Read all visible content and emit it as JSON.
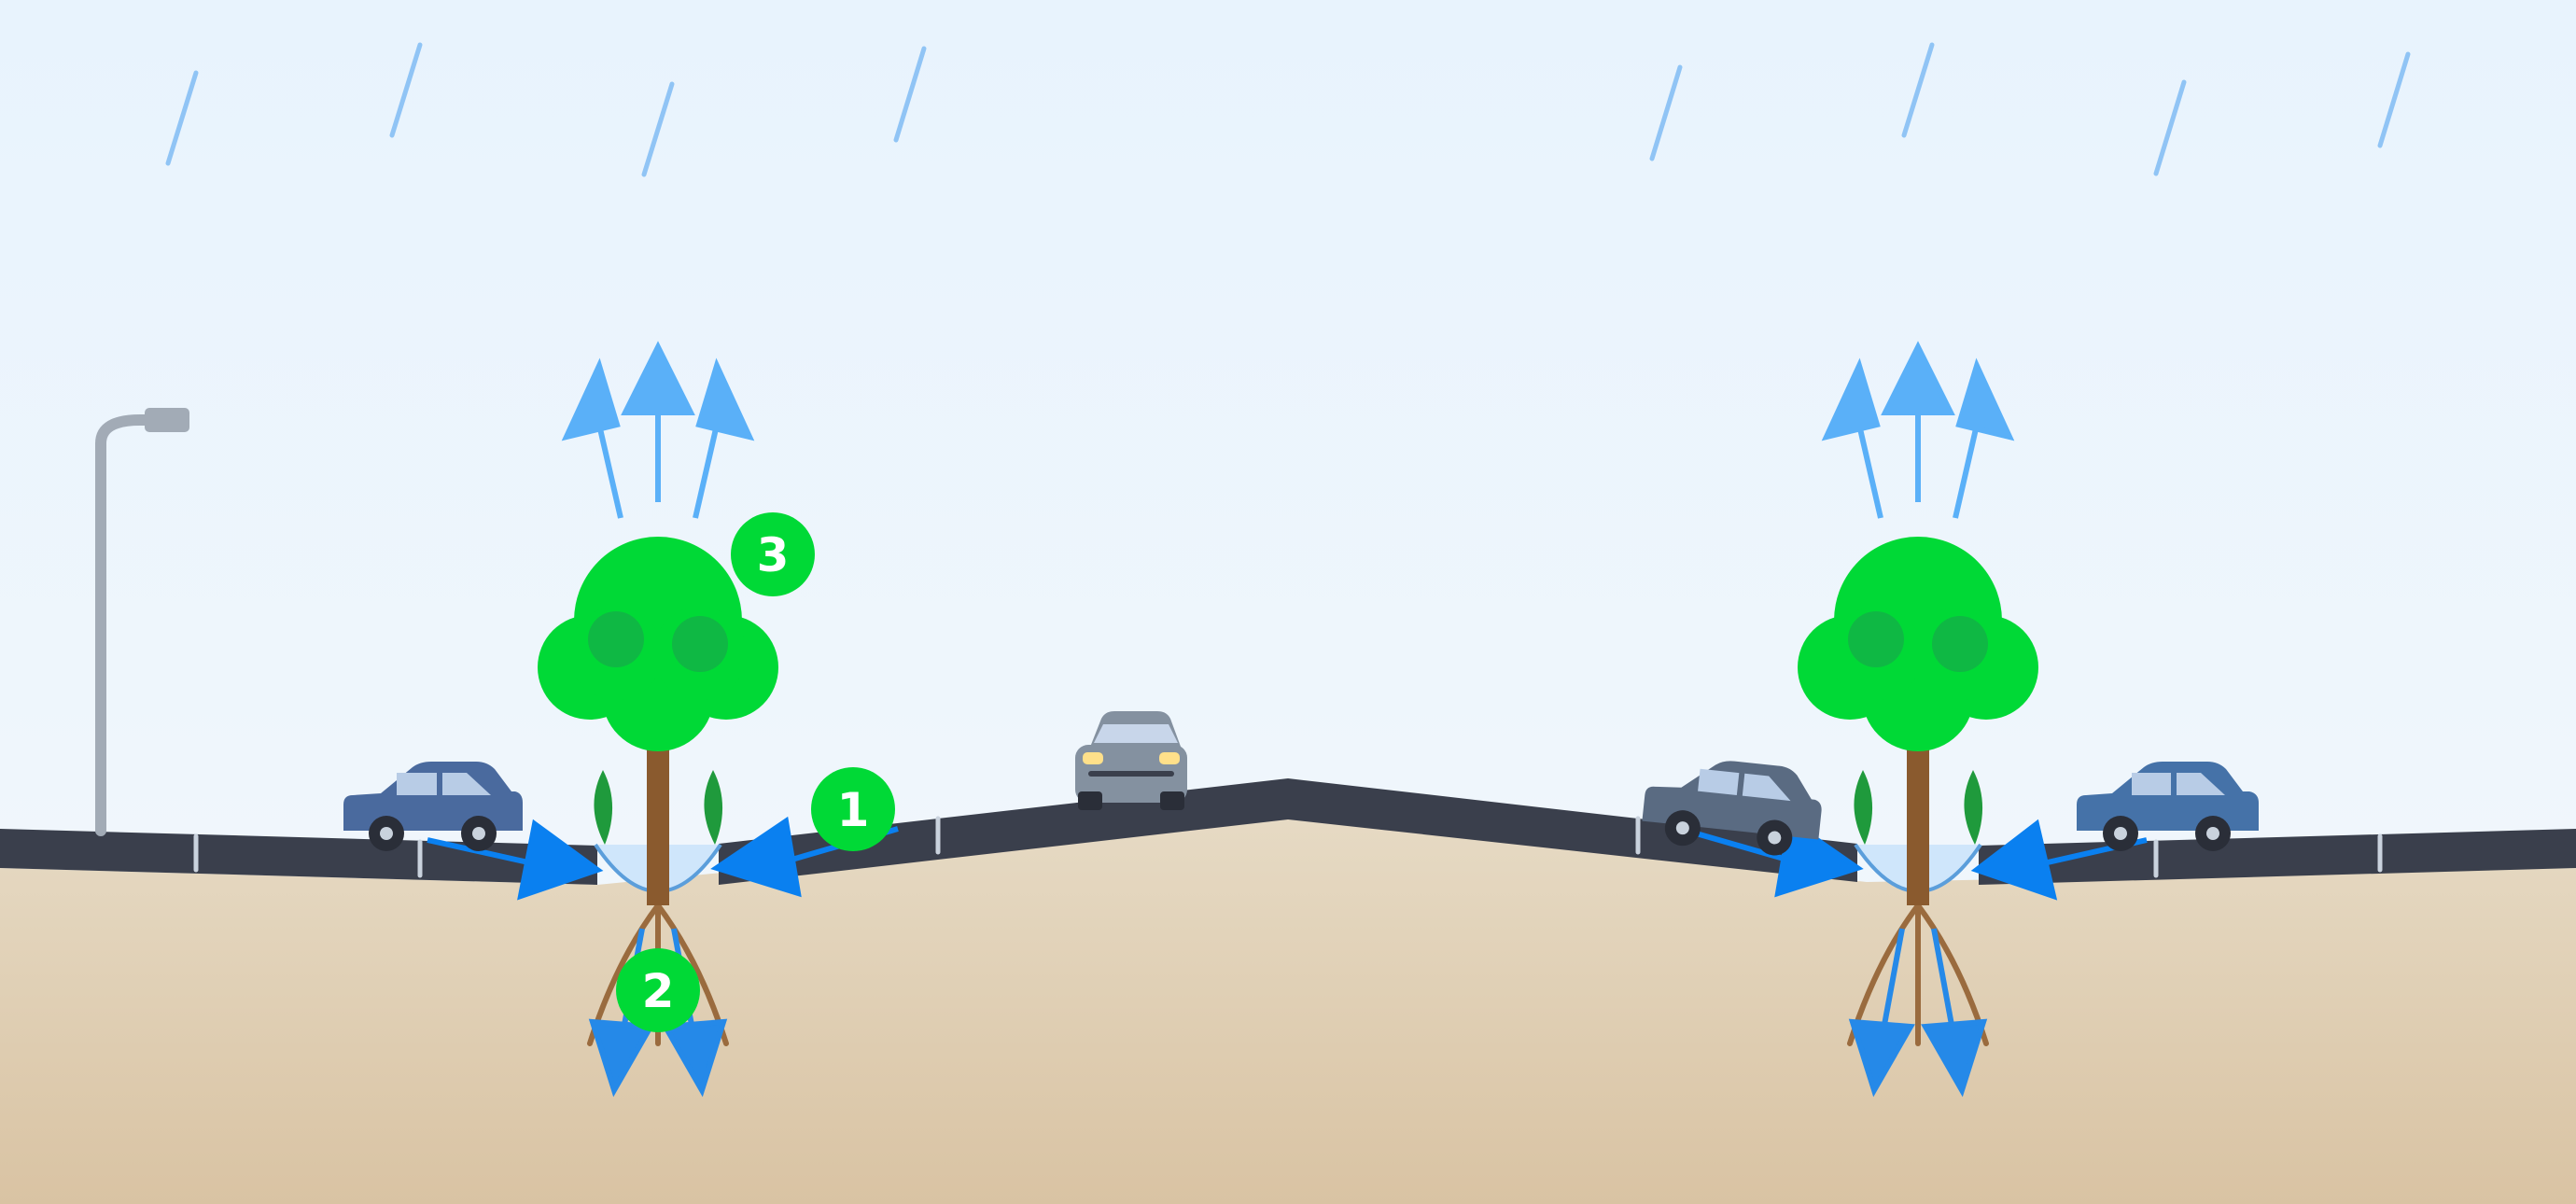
{
  "colors": {
    "sky_top": "#e8f3fd",
    "sky_bottom": "#f3f8fc",
    "ground_top": "#e6dac4",
    "ground_bottom": "#d9c3a3",
    "road": "#3a3f4c",
    "lane_marking": "#c9d2dd",
    "rain": "#90c4f5",
    "runoff_arrow": "#0a80f0",
    "infiltration_arrow": "#2589e8",
    "evaporation_arrow": "#5ab0f8",
    "canopy": "#00d936",
    "canopy_spot": "#0fb844",
    "trunk": "#8a5a2e",
    "roots": "#9a6b3e",
    "water_pool": "#cfe6fb",
    "grass": "#1f9a3c",
    "badge": "#00d936",
    "streetlight": "#a2abb6",
    "car_blue": "#4a6a9e",
    "car_gray": "#8491a0"
  },
  "badges": [
    {
      "label": "1",
      "meaning": "runoff"
    },
    {
      "label": "2",
      "meaning": "infiltration"
    },
    {
      "label": "3",
      "meaning": "evapotranspiration"
    }
  ],
  "icons": [
    "rain-drop-icon",
    "tree-icon",
    "car-icon",
    "streetlight-icon",
    "arrow-icon"
  ]
}
